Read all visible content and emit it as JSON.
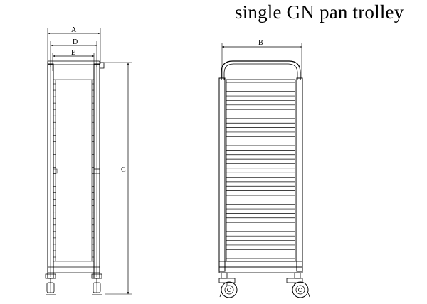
{
  "title": "single GN pan trolley",
  "side_view": {
    "dim_labels": {
      "a": "A",
      "d": "D",
      "e": "E",
      "c": "C"
    },
    "runner_count": 28
  },
  "front_view": {
    "dim_labels": {
      "b": "B"
    },
    "shelf_count": 40
  },
  "colors": {
    "line": "#000000",
    "background": "#ffffff"
  }
}
